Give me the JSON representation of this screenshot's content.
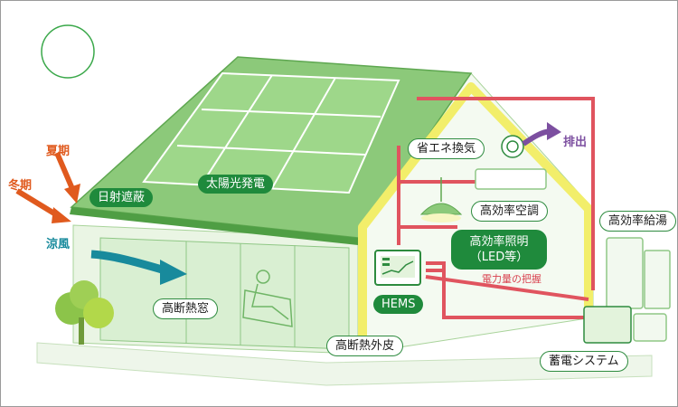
{
  "labels": {
    "summer": "夏期",
    "winter": "冬期",
    "sunshade": "日射遮蔽",
    "solar": "太陽光発電",
    "breeze": "涼風",
    "window": "高断熱窓",
    "ventilation": "省エネ換気",
    "exhaust": "排出",
    "aircon": "高効率空調",
    "lighting_line1": "高効率照明",
    "lighting_line2": "（LED等）",
    "power_monitor": "電力量の把握",
    "hems": "HEMS",
    "water_heater": "高効率給湯",
    "insulation": "高断熱外皮",
    "battery": "蓄電システム"
  },
  "colors": {
    "dark_green": "#1f8a3c",
    "roof_green": "#8cc97a",
    "wall_green": "#d4ecc9",
    "yellow_frame": "#f2ee6a",
    "red_line": "#e0545f",
    "orange": "#e05a1e",
    "teal": "#188a9c",
    "purple": "#7c4fa0"
  }
}
